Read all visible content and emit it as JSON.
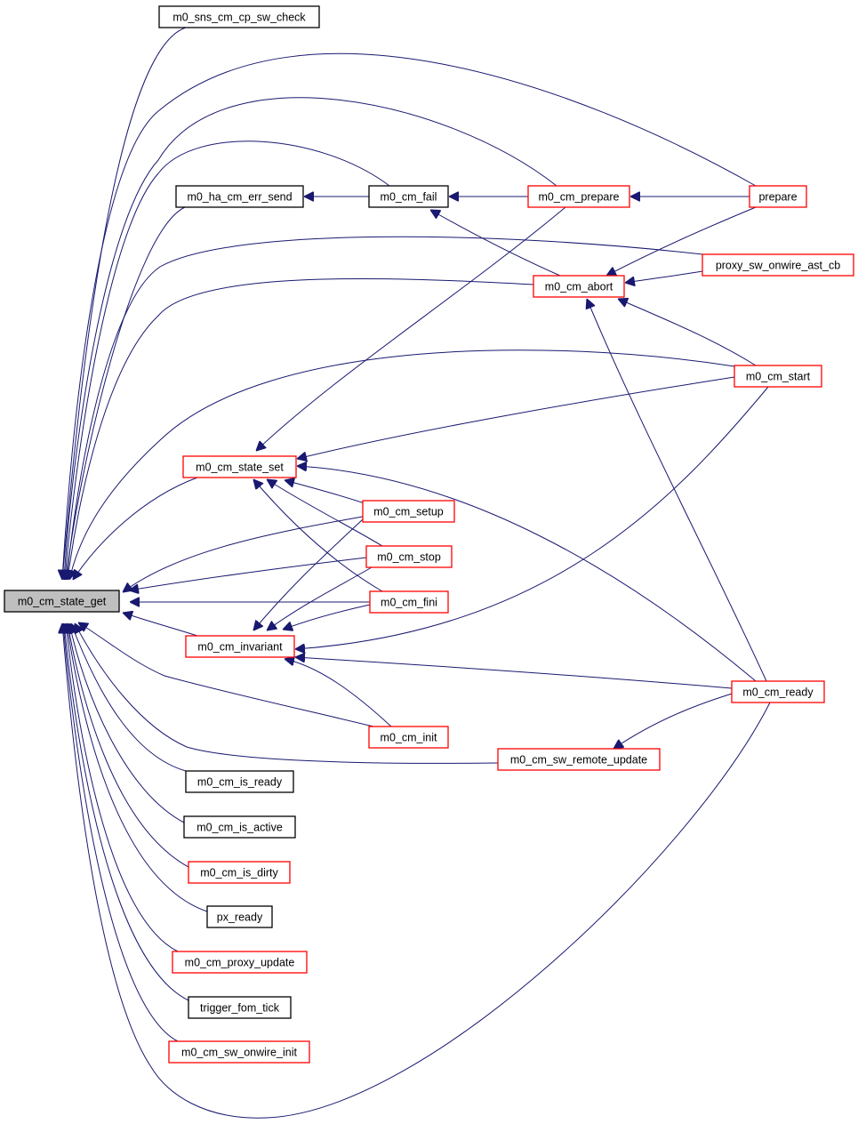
{
  "graph": {
    "colors": {
      "edge": "#191970",
      "focus_fill": "#bfbfbf",
      "caller_link_border": "#000000",
      "caller_doc_border": "#ff0000"
    },
    "nodes": {
      "state_get": {
        "label": "m0_cm_state_get",
        "style": "focus"
      },
      "sns_cp_check": {
        "label": "m0_sns_cm_cp_sw_check",
        "style": "black"
      },
      "ha_err_send": {
        "label": "m0_ha_cm_err_send",
        "style": "black"
      },
      "cm_fail": {
        "label": "m0_cm_fail",
        "style": "black"
      },
      "cm_prepare": {
        "label": "m0_cm_prepare",
        "style": "red"
      },
      "prepare": {
        "label": "prepare",
        "style": "red"
      },
      "proxy_ast_cb": {
        "label": "proxy_sw_onwire_ast_cb",
        "style": "red"
      },
      "cm_abort": {
        "label": "m0_cm_abort",
        "style": "red"
      },
      "cm_start": {
        "label": "m0_cm_start",
        "style": "red"
      },
      "state_set": {
        "label": "m0_cm_state_set",
        "style": "red"
      },
      "cm_setup": {
        "label": "m0_cm_setup",
        "style": "red"
      },
      "cm_stop": {
        "label": "m0_cm_stop",
        "style": "red"
      },
      "cm_fini": {
        "label": "m0_cm_fini",
        "style": "red"
      },
      "invariant": {
        "label": "m0_cm_invariant",
        "style": "red"
      },
      "cm_ready": {
        "label": "m0_cm_ready",
        "style": "red"
      },
      "cm_init": {
        "label": "m0_cm_init",
        "style": "red"
      },
      "sw_remote_update": {
        "label": "m0_cm_sw_remote_update",
        "style": "red"
      },
      "is_ready": {
        "label": "m0_cm_is_ready",
        "style": "black"
      },
      "is_active": {
        "label": "m0_cm_is_active",
        "style": "black"
      },
      "is_dirty": {
        "label": "m0_cm_is_dirty",
        "style": "red"
      },
      "px_ready": {
        "label": "px_ready",
        "style": "black"
      },
      "proxy_update": {
        "label": "m0_cm_proxy_update",
        "style": "red"
      },
      "fom_tick": {
        "label": "trigger_fom_tick",
        "style": "black"
      },
      "sw_onwire_init": {
        "label": "m0_cm_sw_onwire_init",
        "style": "red"
      }
    },
    "edges": [
      {
        "from": "sns_cp_check",
        "to": "state_get"
      },
      {
        "from": "prepare",
        "to": "state_get"
      },
      {
        "from": "cm_prepare",
        "to": "state_get"
      },
      {
        "from": "cm_fail",
        "to": "state_get"
      },
      {
        "from": "ha_err_send",
        "to": "state_get"
      },
      {
        "from": "proxy_ast_cb",
        "to": "state_get"
      },
      {
        "from": "cm_abort",
        "to": "state_get"
      },
      {
        "from": "cm_start",
        "to": "state_get"
      },
      {
        "from": "state_set",
        "to": "state_get"
      },
      {
        "from": "cm_setup",
        "to": "state_get"
      },
      {
        "from": "cm_stop",
        "to": "state_get"
      },
      {
        "from": "cm_fini",
        "to": "state_get"
      },
      {
        "from": "invariant",
        "to": "state_get"
      },
      {
        "from": "cm_init",
        "to": "state_get"
      },
      {
        "from": "sw_remote_update",
        "to": "state_get"
      },
      {
        "from": "is_ready",
        "to": "state_get"
      },
      {
        "from": "is_active",
        "to": "state_get"
      },
      {
        "from": "is_dirty",
        "to": "state_get"
      },
      {
        "from": "px_ready",
        "to": "state_get"
      },
      {
        "from": "proxy_update",
        "to": "state_get"
      },
      {
        "from": "fom_tick",
        "to": "state_get"
      },
      {
        "from": "sw_onwire_init",
        "to": "state_get"
      },
      {
        "from": "cm_ready",
        "to": "state_get"
      },
      {
        "from": "cm_fail",
        "to": "ha_err_send"
      },
      {
        "from": "cm_prepare",
        "to": "cm_fail"
      },
      {
        "from": "cm_abort",
        "to": "cm_fail"
      },
      {
        "from": "prepare",
        "to": "cm_prepare"
      },
      {
        "from": "prepare",
        "to": "cm_abort"
      },
      {
        "from": "proxy_ast_cb",
        "to": "cm_abort"
      },
      {
        "from": "cm_start",
        "to": "cm_abort"
      },
      {
        "from": "cm_ready",
        "to": "cm_abort"
      },
      {
        "from": "cm_prepare",
        "to": "state_set"
      },
      {
        "from": "cm_start",
        "to": "state_set"
      },
      {
        "from": "cm_setup",
        "to": "state_set"
      },
      {
        "from": "cm_stop",
        "to": "state_set"
      },
      {
        "from": "cm_fini",
        "to": "state_set"
      },
      {
        "from": "cm_ready",
        "to": "state_set"
      },
      {
        "from": "cm_setup",
        "to": "invariant"
      },
      {
        "from": "cm_stop",
        "to": "invariant"
      },
      {
        "from": "cm_fini",
        "to": "invariant"
      },
      {
        "from": "cm_init",
        "to": "invariant"
      },
      {
        "from": "cm_start",
        "to": "invariant"
      },
      {
        "from": "cm_ready",
        "to": "invariant"
      },
      {
        "from": "cm_ready",
        "to": "sw_remote_update"
      }
    ]
  }
}
